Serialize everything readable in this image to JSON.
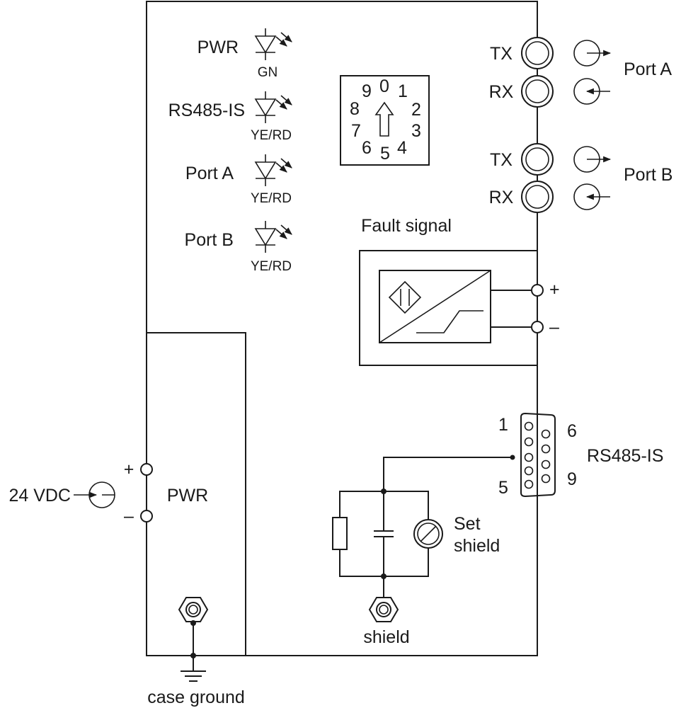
{
  "status_leds": {
    "pwr": {
      "label": "PWR",
      "color": "GN"
    },
    "rs485": {
      "label": "RS485-IS",
      "color": "YE/RD"
    },
    "port_a": {
      "label": "Port A",
      "color": "YE/RD"
    },
    "port_b": {
      "label": "Port B",
      "color": "YE/RD"
    }
  },
  "rotary_switch": {
    "digits": [
      "0",
      "1",
      "2",
      "3",
      "4",
      "5",
      "6",
      "7",
      "8",
      "9"
    ]
  },
  "fiber_ports": {
    "port_a": {
      "name": "Port A",
      "tx": "TX",
      "rx": "RX"
    },
    "port_b": {
      "name": "Port B",
      "tx": "TX",
      "rx": "RX"
    }
  },
  "fault_signal": {
    "title": "Fault signal",
    "plus": "+",
    "minus": "–"
  },
  "rs485_connector": {
    "label": "RS485-IS",
    "pin_1": "1",
    "pin_5": "5",
    "pin_6": "6",
    "pin_9": "9"
  },
  "power": {
    "supply": "24 VDC",
    "label": "PWR",
    "plus": "+",
    "minus": "–"
  },
  "shield": {
    "switch_label_1": "Set",
    "switch_label_2": "shield",
    "terminal_label": "shield"
  },
  "ground": {
    "label": "case ground"
  }
}
